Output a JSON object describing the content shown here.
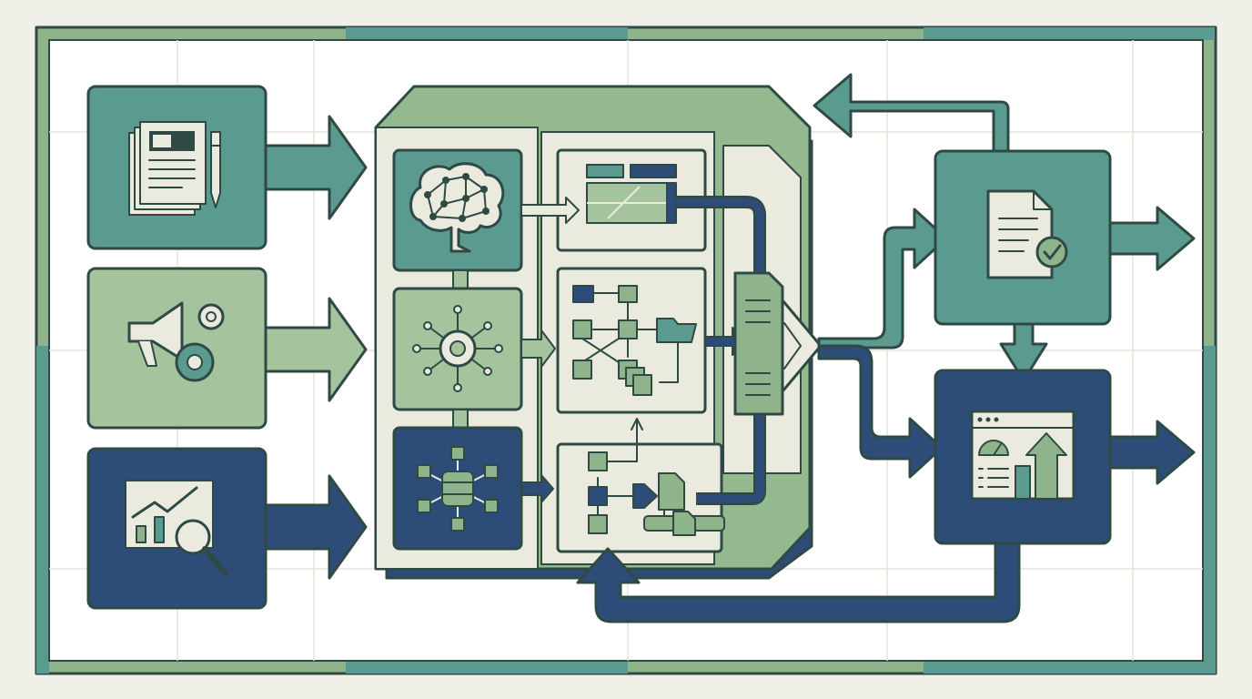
{
  "palette": {
    "paper": "#f1f0e8",
    "panel": "#ffffff",
    "grid": "#e4e6d8",
    "ink": "#2f4a45",
    "sage": "#8fb48c",
    "sage_light": "#a5c39d",
    "teal": "#5b9a8f",
    "teal_dark": "#4b857d",
    "navy": "#2d4d78",
    "navy_dark": "#263f63",
    "cream": "#ebeadf",
    "engine_top": "#95b98f"
  },
  "diagram": {
    "inputs": [
      {
        "id": "documents",
        "icon": "documents-pen-icon",
        "color": "teal"
      },
      {
        "id": "marketing",
        "icon": "megaphone-gears-icon",
        "color": "sage"
      },
      {
        "id": "analytics",
        "icon": "chart-magnifier-icon",
        "color": "navy"
      }
    ],
    "engine_modules": [
      {
        "id": "ai-brain",
        "icon": "brain-network-icon",
        "color": "teal"
      },
      {
        "id": "hub",
        "icon": "gear-hub-icon",
        "color": "sage"
      },
      {
        "id": "database",
        "icon": "database-network-icon",
        "color": "navy"
      }
    ],
    "engine_panels": [
      "table-mapping-panel",
      "workflow-panel",
      "pipeline-panel"
    ],
    "outputs": [
      {
        "id": "verified-document",
        "icon": "document-check-icon",
        "color": "teal"
      },
      {
        "id": "dashboard",
        "icon": "dashboard-growth-icon",
        "color": "navy"
      }
    ]
  }
}
